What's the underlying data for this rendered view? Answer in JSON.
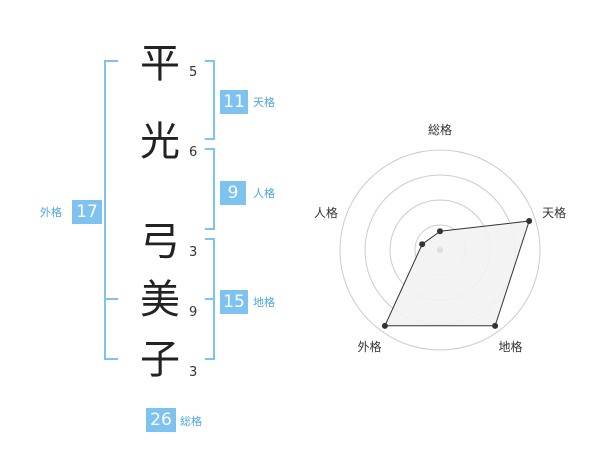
{
  "name": {
    "chars": [
      "平",
      "光",
      "弓",
      "美",
      "子"
    ],
    "strokes": [
      "5",
      "6",
      "3",
      "9",
      "3"
    ]
  },
  "fortunes": {
    "tenkaku": {
      "value": "11",
      "label": "天格"
    },
    "jinkaku": {
      "value": "9",
      "label": "人格"
    },
    "chikaku": {
      "value": "15",
      "label": "地格"
    },
    "gaikaku": {
      "value": "17",
      "label": "外格"
    },
    "soukaku": {
      "value": "26",
      "label": "総格"
    }
  },
  "chart_data": {
    "type": "radar",
    "axes": [
      "総格",
      "天格",
      "地格",
      "外格",
      "人格"
    ],
    "rings": 4,
    "values": [
      1,
      4,
      4,
      4,
      1
    ],
    "max": 4,
    "colors": {
      "fill": "#f2f2f2",
      "line": "#333333",
      "ring": "#cccccc",
      "point": "#333333"
    }
  }
}
